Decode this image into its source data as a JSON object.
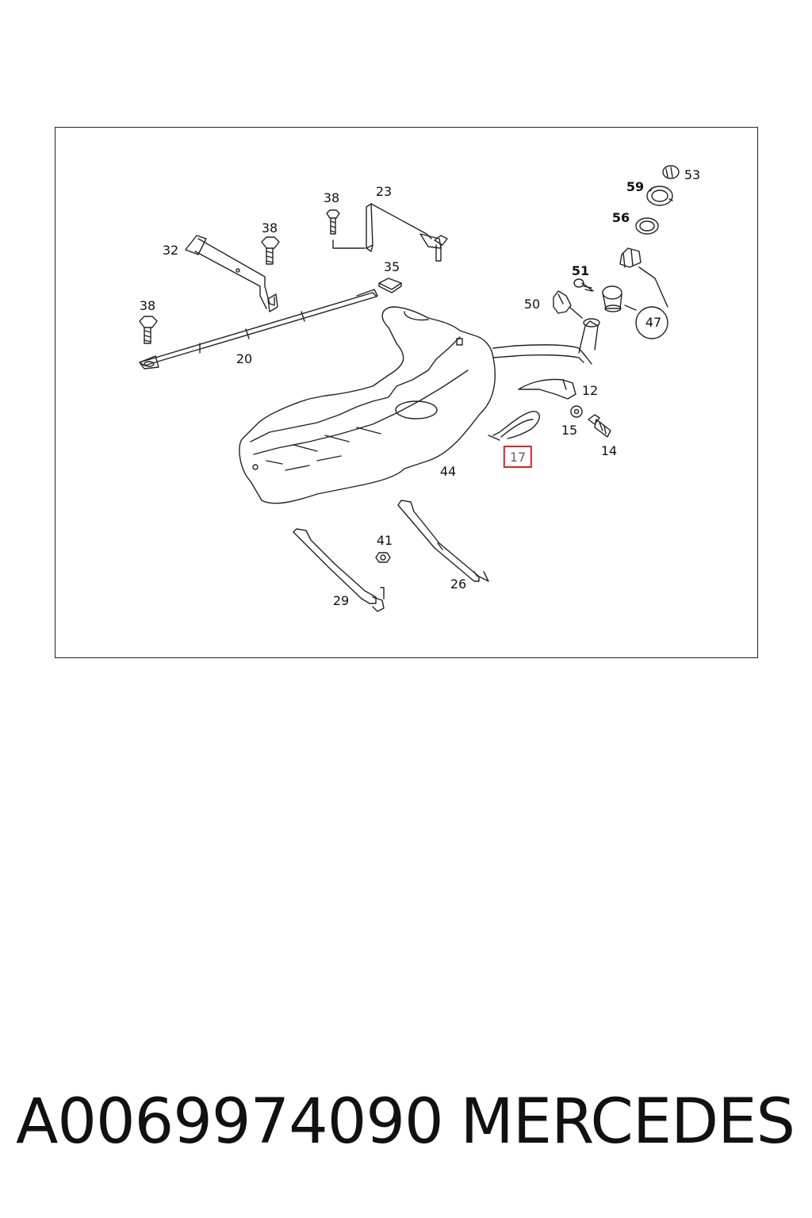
{
  "diagram": {
    "callouts": [
      {
        "id": "c53",
        "text": "53",
        "bold": false
      },
      {
        "id": "c59",
        "text": "59",
        "bold": true
      },
      {
        "id": "c56",
        "text": "56",
        "bold": true
      },
      {
        "id": "c23",
        "text": "23",
        "bold": false
      },
      {
        "id": "c38a",
        "text": "38",
        "bold": false
      },
      {
        "id": "c38b",
        "text": "38",
        "bold": false
      },
      {
        "id": "c32",
        "text": "32",
        "bold": false
      },
      {
        "id": "c35",
        "text": "35",
        "bold": false
      },
      {
        "id": "c51",
        "text": "51",
        "bold": true
      },
      {
        "id": "c50",
        "text": "50",
        "bold": false
      },
      {
        "id": "c47",
        "text": "47",
        "bold": false
      },
      {
        "id": "c38c",
        "text": "38",
        "bold": false
      },
      {
        "id": "c20",
        "text": "20",
        "bold": false
      },
      {
        "id": "c12",
        "text": "12",
        "bold": false
      },
      {
        "id": "c15",
        "text": "15",
        "bold": false
      },
      {
        "id": "c14",
        "text": "14",
        "bold": false
      },
      {
        "id": "c17",
        "text": "17",
        "bold": false,
        "highlighted": true
      },
      {
        "id": "c44",
        "text": "44",
        "bold": false
      },
      {
        "id": "c41",
        "text": "41",
        "bold": false
      },
      {
        "id": "c26",
        "text": "26",
        "bold": false
      },
      {
        "id": "c29",
        "text": "29",
        "bold": false
      }
    ]
  },
  "footer": {
    "part_number": "A0069974090",
    "brand": "MERCEDES"
  },
  "colors": {
    "line": "#222222",
    "highlight_border": "#d9252a"
  }
}
